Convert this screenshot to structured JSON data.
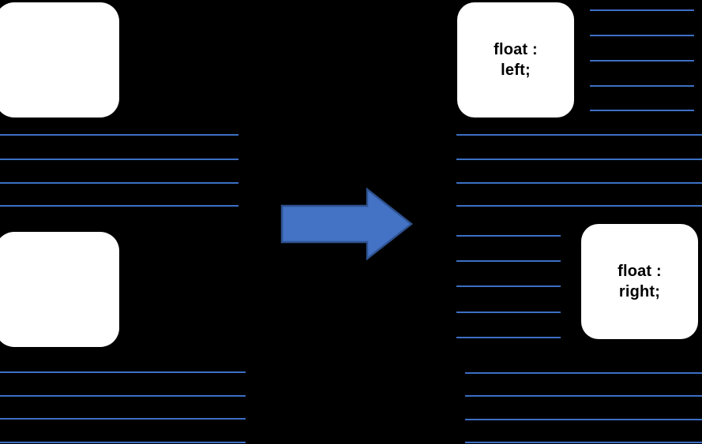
{
  "diagram": {
    "title": "CSS float property illustration",
    "background_color": "#000000",
    "rule_color": "#3D6FC4",
    "card_color": "#ffffff",
    "arrow": {
      "name": "right-block-arrow",
      "fill": "#4472C4",
      "stroke": "#2E528F",
      "direction": "right"
    },
    "left_panel": {
      "name": "before-floats-panel",
      "image_blocks": [
        {
          "label": "image-placeholder-top"
        },
        {
          "label": "image-placeholder-bottom"
        }
      ],
      "text_rule_groups": [
        {
          "name": "paragraph-rules-top",
          "count": 4
        },
        {
          "name": "paragraph-rules-bottom",
          "count": 4
        }
      ]
    },
    "right_panel": {
      "name": "after-floats-panel",
      "cards": [
        {
          "name": "float-left-card",
          "line1": "float :",
          "line2": "left;",
          "text": "float :\nleft;"
        },
        {
          "name": "float-right-card",
          "line1": "float :",
          "line2": "right;",
          "text": "float :\nright;"
        }
      ],
      "text_rule_groups": [
        {
          "name": "wrapped-rules-beside-float-left",
          "count": 5
        },
        {
          "name": "full-width-rules-middle",
          "count": 4
        },
        {
          "name": "wrapped-rules-beside-float-right",
          "count": 5
        },
        {
          "name": "full-width-rules-bottom",
          "count": 4
        }
      ]
    }
  }
}
